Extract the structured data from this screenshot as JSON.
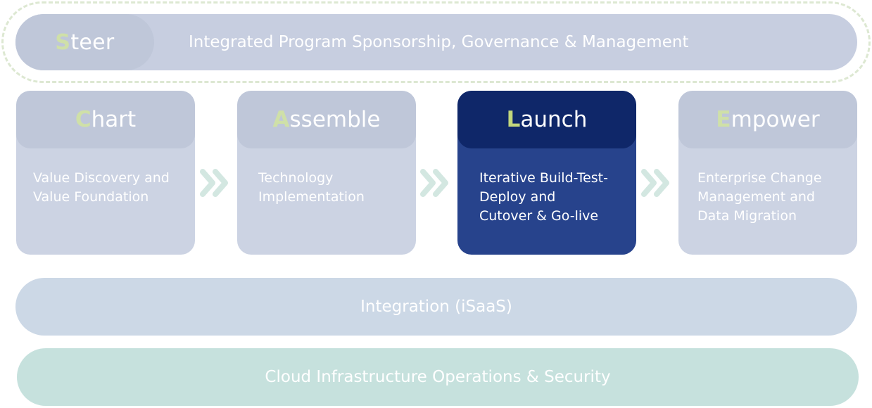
{
  "steer": {
    "initial": "S",
    "rest": "teer",
    "description": "Integrated Program Sponsorship, Governance & Management"
  },
  "phases": [
    {
      "initial": "C",
      "rest": "hart",
      "line1": "Value Discovery and",
      "line2": "Value Foundation",
      "line3": "",
      "active": false
    },
    {
      "initial": "A",
      "rest": "ssemble",
      "line1": "Technology",
      "line2": "Implementation",
      "line3": "",
      "active": false
    },
    {
      "initial": "L",
      "rest": "aunch",
      "line1": "Iterative Build-Test-",
      "line2": "Deploy and",
      "line3": "Cutover & Go-live",
      "active": true
    },
    {
      "initial": "E",
      "rest": "mpower",
      "line1": "Enterprise Change",
      "line2": "Management and",
      "line3": "Data Migration",
      "active": false
    }
  ],
  "bands": {
    "integration": "Integration (iSaaS)",
    "cloud": "Cloud Infrastructure Operations & Security"
  },
  "colors": {
    "inactive_card": "#ccd3e3",
    "inactive_head": "#bfc7d9",
    "active_card": "#27438c",
    "active_head": "#0f2769",
    "initial_letter": "#cfe0a8",
    "arrow": "#d3e7e1",
    "integration_band": "#ccd8e6",
    "cloud_band": "#c6e1dd"
  }
}
